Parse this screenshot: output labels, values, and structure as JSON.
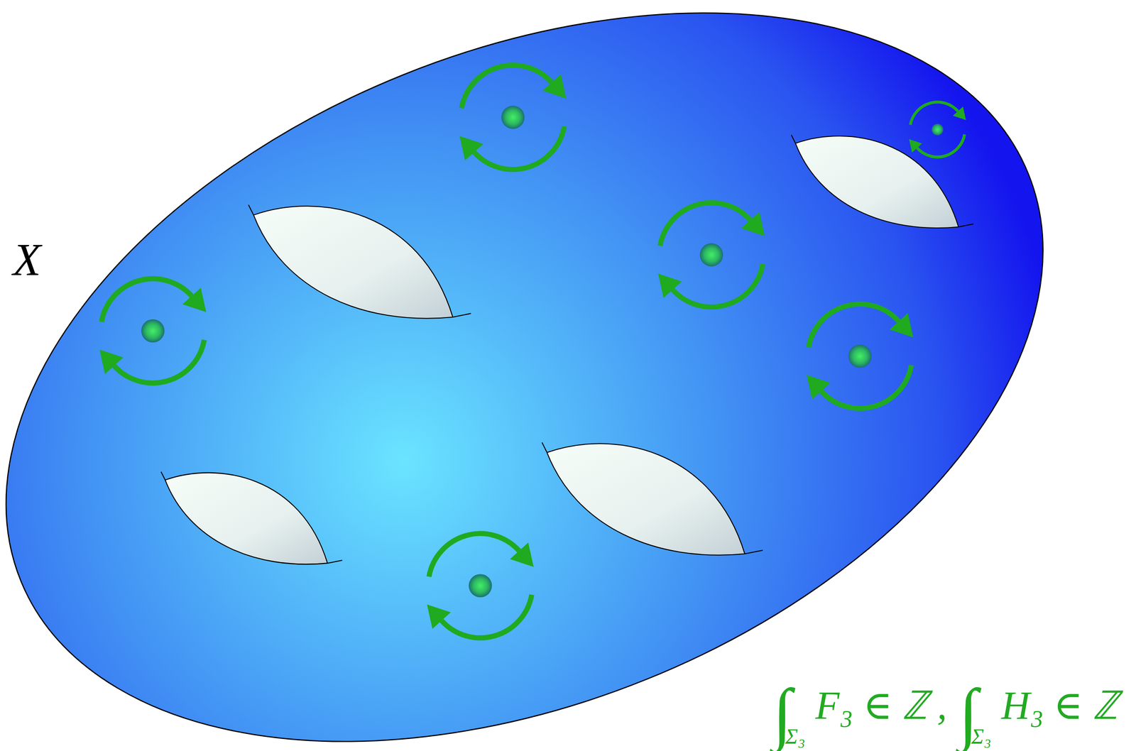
{
  "diagram": {
    "labels": [
      "X",
      "∫",
      "Σ₃",
      "F₃ ∈ ℤ ,",
      "∫",
      "Σ₃",
      "H₃ ∈ ℤ"
    ]
  }
}
